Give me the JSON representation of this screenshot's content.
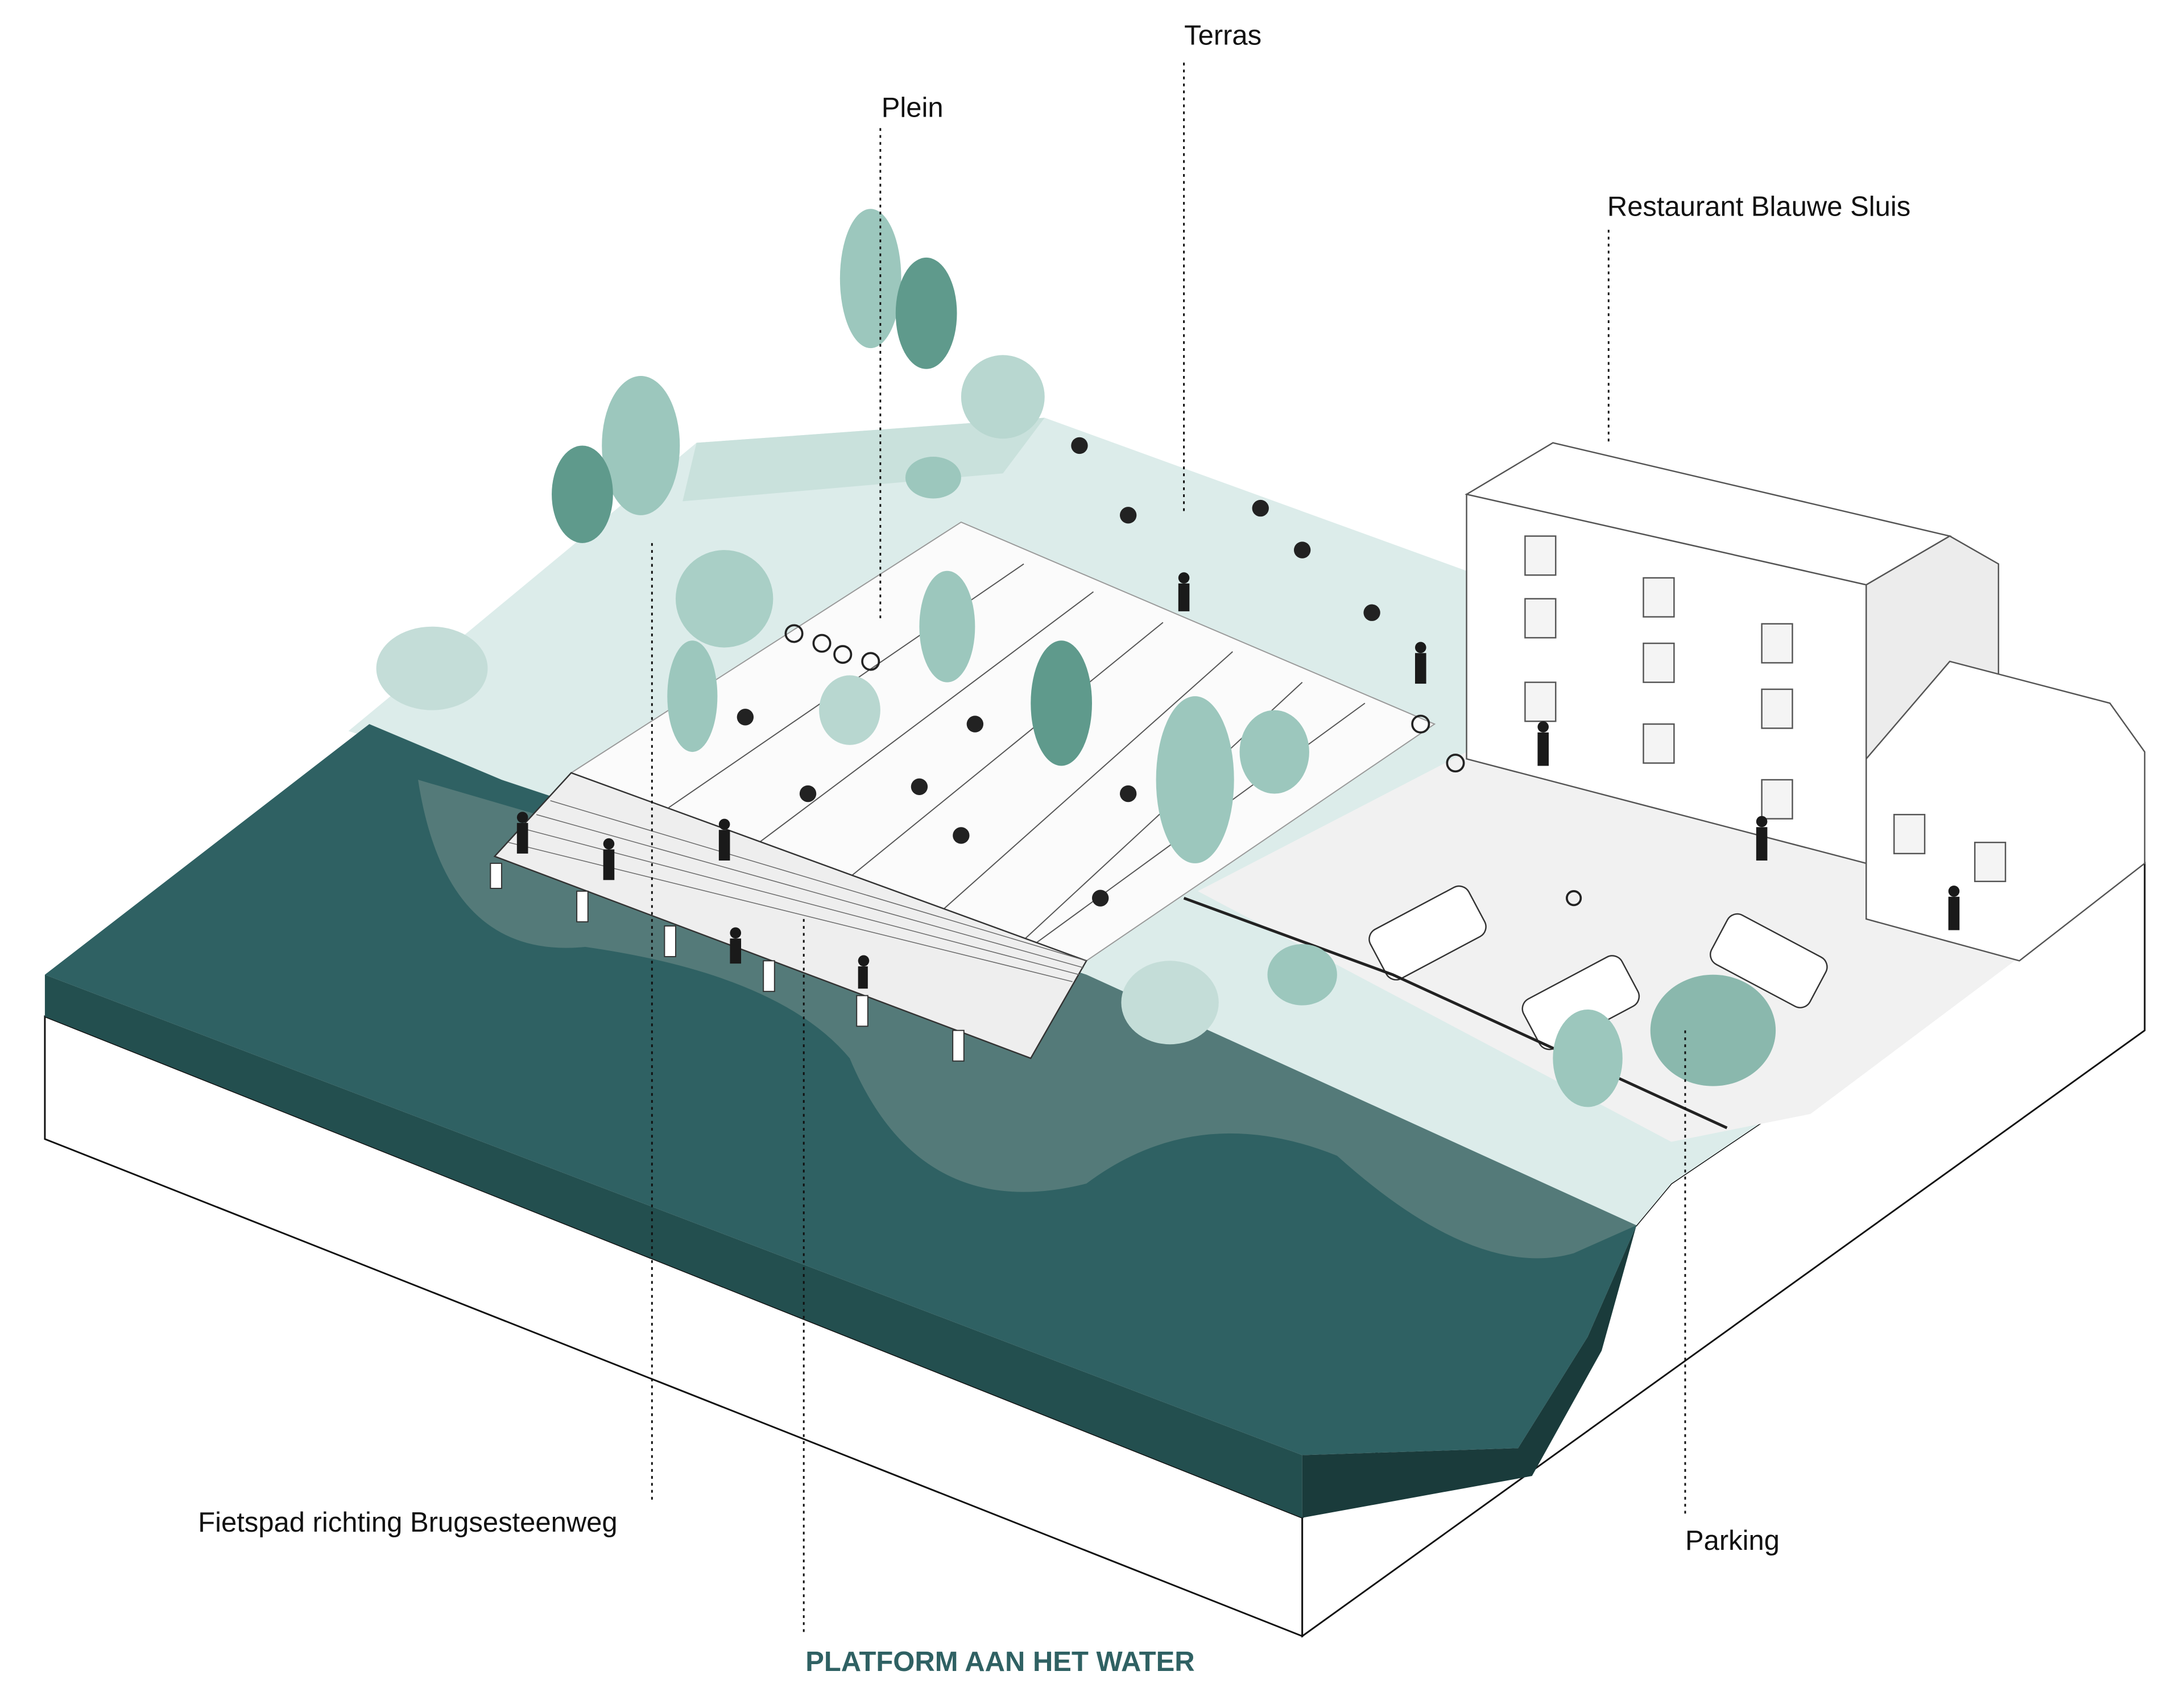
{
  "labels": {
    "terras": "Terras",
    "plein": "Plein",
    "restaurant": "Restaurant Blauwe Sluis",
    "fietspad": "Fietspad richting Brugsesteenweg",
    "platform": "PLATFORM AAN HET WATER",
    "parking": "Parking"
  },
  "colors": {
    "water": "#2f6163",
    "water_side": "#234f4f",
    "water_edge": "#1a3b3b",
    "land": "#dcecea",
    "tree_light": "#9cc7bd",
    "tree_dark": "#5f9a8c",
    "title": "#2f6163"
  }
}
